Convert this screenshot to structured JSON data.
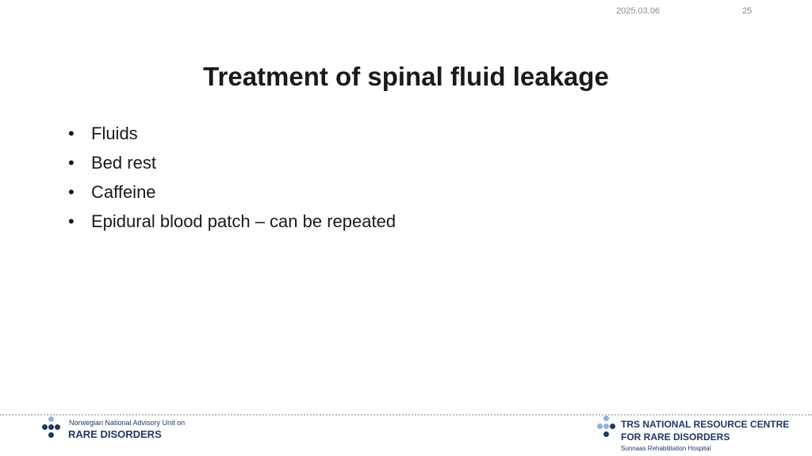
{
  "header": {
    "date": "2025.03.06",
    "page_number": "25"
  },
  "title": "Treatment of spinal fluid leakage",
  "bullet_glyph": "•",
  "bullets": [
    "Fluids",
    "Bed rest",
    "Caffeine",
    "Epidural blood patch – can be repeated"
  ],
  "footer": {
    "left_logo": {
      "small_text": "Norwegian National Advisory Unit on",
      "big_text": "RARE DISORDERS"
    },
    "right_logo": {
      "line1": "TRS NATIONAL RESOURCE CENTRE",
      "line2": "FOR RARE DISORDERS",
      "line3": "Sunnaas Rehabilitation Hospital"
    }
  },
  "colors": {
    "brand_navy": "#1f3864",
    "brand_light_blue": "#8fb3d9",
    "title_text": "#1a1a1a"
  }
}
